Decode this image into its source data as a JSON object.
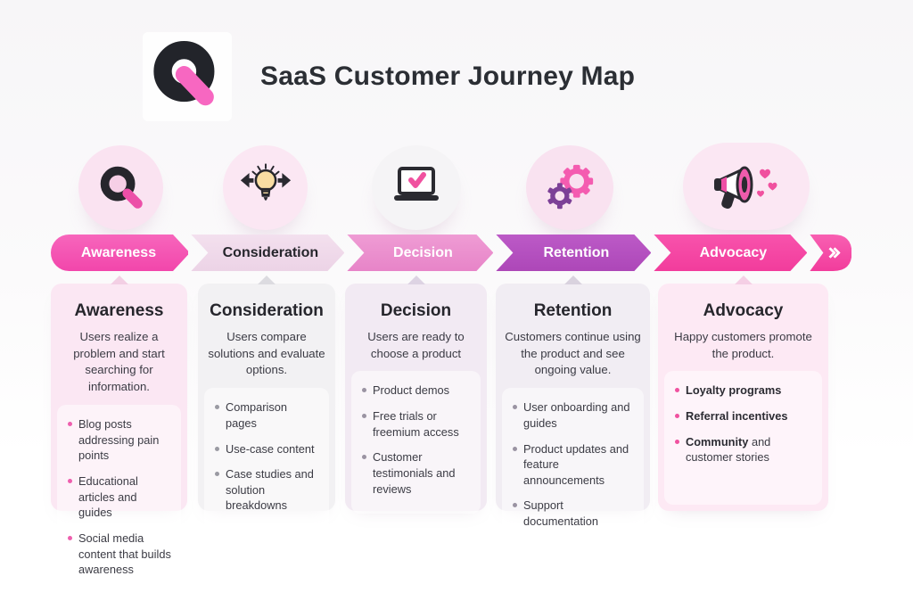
{
  "header": {
    "title": "SaaS Customer Journey Map",
    "logo": "q-magnifier-logo"
  },
  "colors": {
    "brand_pink": "#f553af",
    "logo_black": "#22242a",
    "banner_segments": [
      "#f65ab5",
      "#f0dcec",
      "#eb92ce",
      "#b551c1",
      "#f4479f"
    ],
    "card_backgrounds": [
      "#fbe7f3",
      "#f2f1f3",
      "#f2eaf3",
      "#f1edf3",
      "#fde9f4"
    ],
    "bullet_dots": [
      "#ee5fae",
      "#9a9aa2",
      "#9a93a2",
      "#9a93a2",
      "#f0519f"
    ]
  },
  "stages": [
    {
      "label": "Awareness",
      "icon": "magnifier-icon",
      "card": {
        "title": "Awareness",
        "description": "Users realize a problem and start searching for information.",
        "bullets": [
          {
            "b": "",
            "t": "Blog posts addressing pain points"
          },
          {
            "b": "",
            "t": "Educational articles and guides"
          },
          {
            "b": "",
            "t": "Social media content that builds awareness"
          }
        ]
      }
    },
    {
      "label": "Consideration",
      "icon": "lightbulb-idea-icon",
      "card": {
        "title": "Consideration",
        "description": "Users compare solutions and evaluate options.",
        "bullets": [
          {
            "b": "",
            "t": "Comparison pages"
          },
          {
            "b": "",
            "t": "Use-case content"
          },
          {
            "b": "",
            "t": "Case studies and solution breakdowns"
          }
        ]
      }
    },
    {
      "label": "Decision",
      "icon": "laptop-check-icon",
      "card": {
        "title": "Decision",
        "description": "Users are ready to choose a product",
        "bullets": [
          {
            "b": "",
            "t": "Product demos"
          },
          {
            "b": "",
            "t": "Free trials or freemium access"
          },
          {
            "b": "",
            "t": "Customer testimonials and reviews"
          }
        ]
      }
    },
    {
      "label": "Retention",
      "icon": "gears-icon",
      "card": {
        "title": "Retention",
        "description": "Customers continue using the product and see ongoing value.",
        "bullets": [
          {
            "b": "",
            "t": "User onboarding and guides"
          },
          {
            "b": "",
            "t": "Product updates and feature announcements"
          },
          {
            "b": "",
            "t": "Support documentation"
          }
        ]
      }
    },
    {
      "label": "Advocacy",
      "icon": "megaphone-hearts-icon",
      "card": {
        "title": "Advocacy",
        "description": "Happy customers promote the product.",
        "bullets": [
          {
            "b": "Loyalty programs",
            "t": ""
          },
          {
            "b": "Referral incentives",
            "t": ""
          },
          {
            "b": "Community",
            "t": " and customer stories"
          }
        ]
      }
    }
  ]
}
